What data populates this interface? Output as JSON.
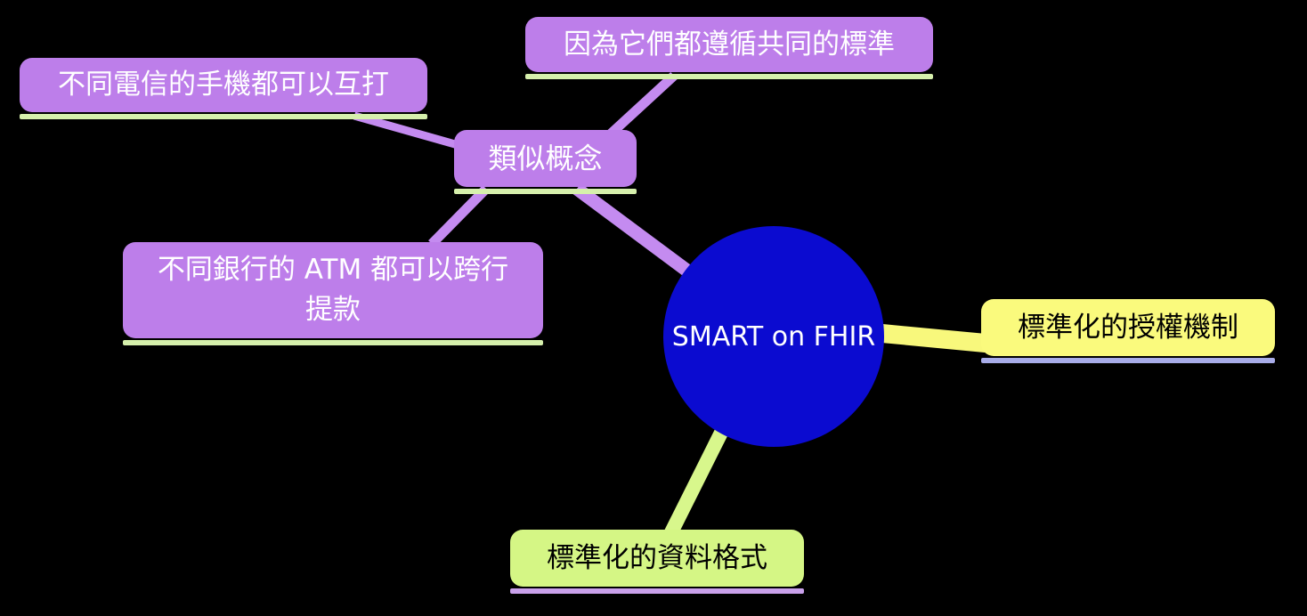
{
  "canvas": {
    "background_color": "#000000"
  },
  "mindmap": {
    "root": {
      "label": "SMART on FHIR",
      "shape": "circle",
      "fill_color": "#0B0BD0",
      "text_color": "#FFFFFF"
    },
    "nodes": [
      {
        "id": "similar-concept",
        "label": "類似概念",
        "fill_color": "#BD7EEA",
        "underline_color": "#D6F0AC",
        "text_color": "#FFFFFF"
      },
      {
        "id": "telecom-example",
        "label": "不同電信的手機都可以互打",
        "fill_color": "#BD7EEA",
        "underline_color": "#D6F0AC",
        "text_color": "#FFFFFF"
      },
      {
        "id": "standard-reason",
        "label": "因為它們都遵循共同的標準",
        "fill_color": "#BD7EEA",
        "underline_color": "#D6F0AC",
        "text_color": "#FFFFFF"
      },
      {
        "id": "atm-example",
        "label": "不同銀行的 ATM 都可以跨行提款",
        "fill_color": "#BD7EEA",
        "underline_color": "#D6F0AC",
        "text_color": "#FFFFFF"
      },
      {
        "id": "auth-mechanism",
        "label": "標準化的授權機制",
        "fill_color": "#FAFA7D",
        "underline_color": "#A8ACE8",
        "text_color": "#000000"
      },
      {
        "id": "data-format",
        "label": "標準化的資料格式",
        "fill_color": "#D5F685",
        "underline_color": "#C9A1EB",
        "text_color": "#000000"
      }
    ],
    "link_colors": {
      "purple_branch": "#C48BF0",
      "yellow_branch": "#F8F87C",
      "green_branch": "#D8F78C"
    }
  }
}
